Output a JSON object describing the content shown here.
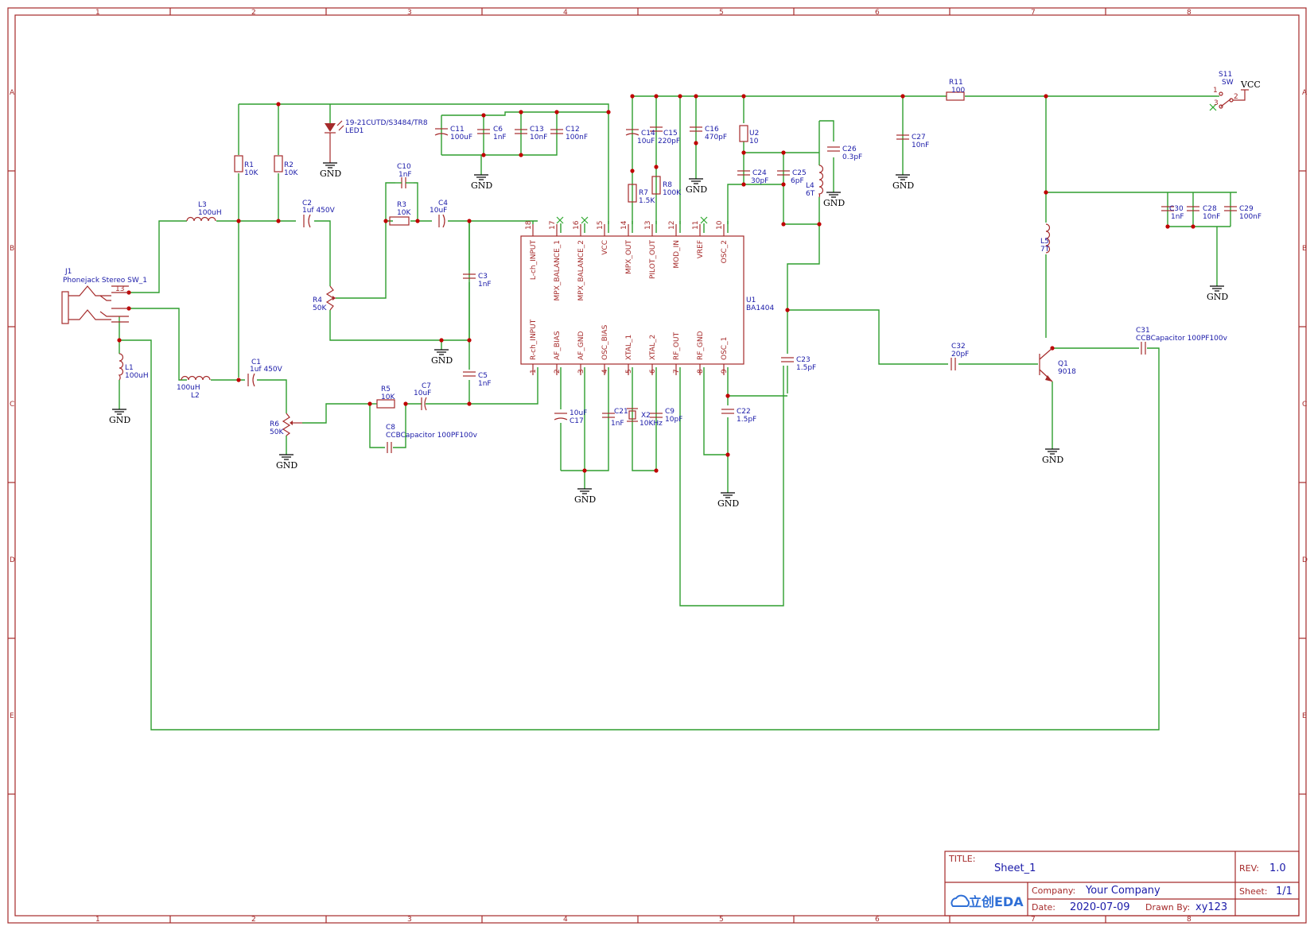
{
  "border": {
    "columns": [
      "1",
      "2",
      "3",
      "4",
      "5",
      "6",
      "7",
      "8"
    ],
    "rows": [
      "A",
      "B",
      "C",
      "D",
      "E"
    ]
  },
  "components": {
    "J1": {
      "ref": "J1",
      "value": "Phonejack Stereo SW_1"
    },
    "L1": {
      "ref": "L1",
      "value": "100uH"
    },
    "L2": {
      "ref": "L2",
      "value": "100uH"
    },
    "L3": {
      "ref": "L3",
      "value": "100uH"
    },
    "R1": {
      "ref": "R1",
      "value": "10K"
    },
    "R2": {
      "ref": "R2",
      "value": "10K"
    },
    "R3": {
      "ref": "R3",
      "value": "10K"
    },
    "R4": {
      "ref": "R4",
      "value": "50K"
    },
    "R5": {
      "ref": "R5",
      "value": "10K"
    },
    "R6": {
      "ref": "R6",
      "value": "50K"
    },
    "R7": {
      "ref": "R7",
      "value": "1.5K"
    },
    "R8": {
      "ref": "R8",
      "value": "100K"
    },
    "R11": {
      "ref": "R11",
      "value": "100"
    },
    "C1": {
      "ref": "C1",
      "value": "1uf 450V"
    },
    "C2": {
      "ref": "C2",
      "value": "1uf 450V"
    },
    "C3": {
      "ref": "C3",
      "value": "1nF"
    },
    "C4": {
      "ref": "C4",
      "value": "10uF"
    },
    "C5": {
      "ref": "C5",
      "value": "1nF"
    },
    "C6": {
      "ref": "C6",
      "value": "1nF"
    },
    "C7": {
      "ref": "C7",
      "value": "10uF"
    },
    "C8": {
      "ref": "C8",
      "value": "CCBCapacitor 100PF100v"
    },
    "C9": {
      "ref": "C9",
      "value": "10pF"
    },
    "C10": {
      "ref": "C10",
      "value": "1nF"
    },
    "C11": {
      "ref": "C11",
      "value": "100uF"
    },
    "C12": {
      "ref": "C12",
      "value": "100nF"
    },
    "C13": {
      "ref": "C13",
      "value": "10nF"
    },
    "C14": {
      "ref": "C14",
      "value": "10uF"
    },
    "C15": {
      "ref": "C15",
      "value": "220pF"
    },
    "C16": {
      "ref": "C16",
      "value": "470pF"
    },
    "C17": {
      "ref": "C17",
      "value": "10uF"
    },
    "C21": {
      "ref": "C21",
      "value": "1nF"
    },
    "C22": {
      "ref": "C22",
      "value": "1.5pF"
    },
    "C23": {
      "ref": "C23",
      "value": "1.5pF"
    },
    "C24": {
      "ref": "C24",
      "value": "30pF"
    },
    "C25": {
      "ref": "C25",
      "value": "6pF"
    },
    "C26": {
      "ref": "C26",
      "value": "0.3pF"
    },
    "C27": {
      "ref": "C27",
      "value": "10nF"
    },
    "C28": {
      "ref": "C28",
      "value": "10nF"
    },
    "C29": {
      "ref": "C29",
      "value": "100nF"
    },
    "C30": {
      "ref": "C30",
      "value": "1nF"
    },
    "C31": {
      "ref": "C31",
      "value": "CCBCapacitor 100PF100v"
    },
    "C32": {
      "ref": "C32",
      "value": "20pF"
    },
    "LED1": {
      "ref": "LED1",
      "value": "19-21CUTD/S3484/TR8"
    },
    "U2": {
      "ref": "U2",
      "value": "10"
    },
    "L4": {
      "ref": "L4",
      "value": "6T"
    },
    "L5": {
      "ref": "L5",
      "value": "7T"
    },
    "X2": {
      "ref": "X2",
      "value": "10KHz"
    },
    "Q1": {
      "ref": "Q1",
      "value": "9018"
    },
    "S11": {
      "ref": "S11",
      "value": "SW"
    },
    "U1": {
      "ref": "U1",
      "value": "BA1404"
    }
  },
  "u1_pins": [
    {
      "num": "18",
      "name": "L-ch_INPUT"
    },
    {
      "num": "17",
      "name": "MPX_BALANCE_1"
    },
    {
      "num": "16",
      "name": "MPX_BALANCE_2"
    },
    {
      "num": "15",
      "name": "VCC"
    },
    {
      "num": "14",
      "name": "MPX_OUT"
    },
    {
      "num": "13",
      "name": "PILOT_OUT"
    },
    {
      "num": "12",
      "name": "MOD_IN"
    },
    {
      "num": "11",
      "name": "VREF"
    },
    {
      "num": "10",
      "name": "OSC_2"
    },
    {
      "num": "1",
      "name": "R-ch_INPUT"
    },
    {
      "num": "2",
      "name": "AF_BIAS"
    },
    {
      "num": "3",
      "name": "AF_GND"
    },
    {
      "num": "4",
      "name": "OSC_BIAS"
    },
    {
      "num": "5",
      "name": "XTAL_1"
    },
    {
      "num": "6",
      "name": "XTAL_2"
    },
    {
      "num": "7",
      "name": "RF_OUT"
    },
    {
      "num": "8",
      "name": "RF_GND"
    },
    {
      "num": "9",
      "name": "OSC_1"
    }
  ],
  "nets": {
    "gnd": "GND",
    "vcc": "VCC"
  },
  "switch_pins": {
    "p1": "1",
    "p2": "2",
    "p3": "3"
  },
  "jack_pins": {
    "p13": "13"
  },
  "title_block": {
    "title_key": "TITLE:",
    "title": "Sheet_1",
    "rev_key": "REV:",
    "rev": "1.0",
    "company_key": "Company:",
    "company": "Your Company",
    "sheet_key": "Sheet:",
    "sheet": "1/1",
    "date_key": "Date:",
    "date": "2020-07-09",
    "drawn_key": "Drawn By:",
    "drawn": "xy123",
    "logo": "立创EDA"
  },
  "colors": {
    "frame": "#a52a2a",
    "wire": "#2e9e2e",
    "text": "#1a1aa8",
    "junction": "#c00000"
  }
}
